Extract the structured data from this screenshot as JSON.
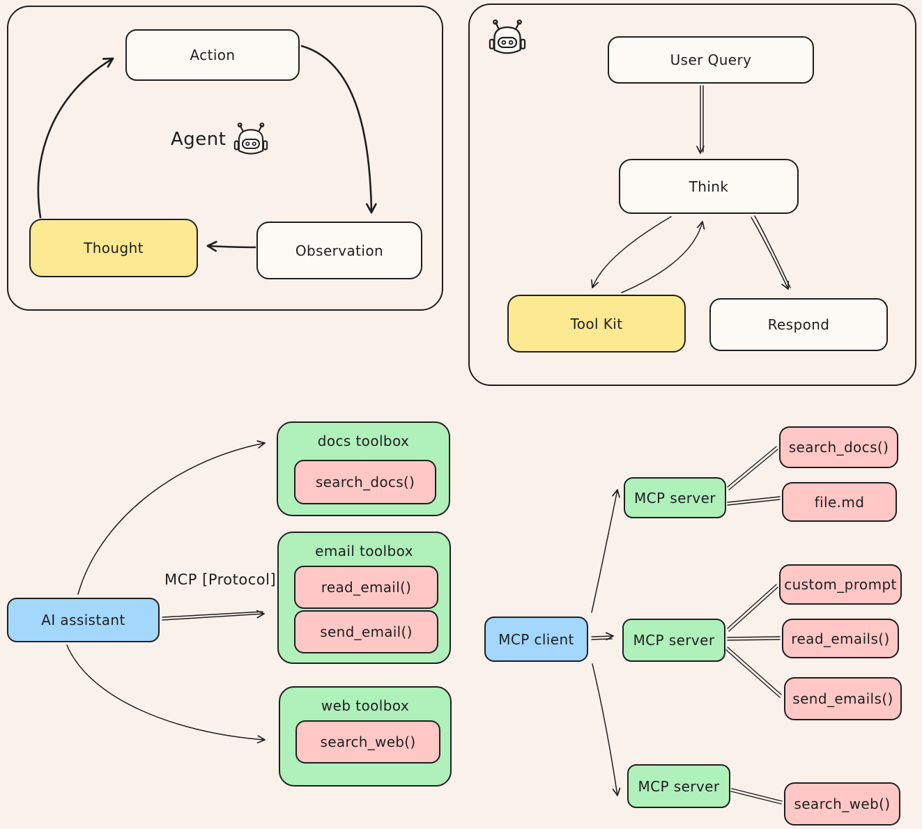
{
  "colors": {
    "bg": "#faf1eb",
    "stroke": "#1e1e1e",
    "node": "#fdf9f5",
    "yellow": "#fde992",
    "blue": "#a3d7fb",
    "green": "#aff0bb",
    "pink": "#ffc8c6"
  },
  "icons": {
    "agent_loop_robot": "robot-icon",
    "agent_flow_robot": "robot-icon"
  },
  "agent_loop": {
    "title": "Agent",
    "action": "Action",
    "thought": "Thought",
    "observation": "Observation"
  },
  "agent_flow": {
    "user_query": "User Query",
    "think": "Think",
    "tool_kit": "Tool Kit",
    "respond": "Respond"
  },
  "toolboxes": {
    "assistant": "AI assistant",
    "protocol": "MCP [Protocol]",
    "groups": [
      {
        "title": "docs toolbox",
        "tools": [
          "search_docs()"
        ]
      },
      {
        "title": "email toolbox",
        "tools": [
          "read_email()",
          "send_email()"
        ]
      },
      {
        "title": "web toolbox",
        "tools": [
          "search_web()"
        ]
      }
    ]
  },
  "mcp": {
    "client": "MCP client",
    "servers": [
      {
        "label": "MCP server",
        "items": [
          "search_docs()",
          "file.md"
        ]
      },
      {
        "label": "MCP server",
        "items": [
          "custom_prompt",
          "read_emails()",
          "send_emails()"
        ]
      },
      {
        "label": "MCP server",
        "items": [
          "search_web()"
        ]
      }
    ]
  }
}
